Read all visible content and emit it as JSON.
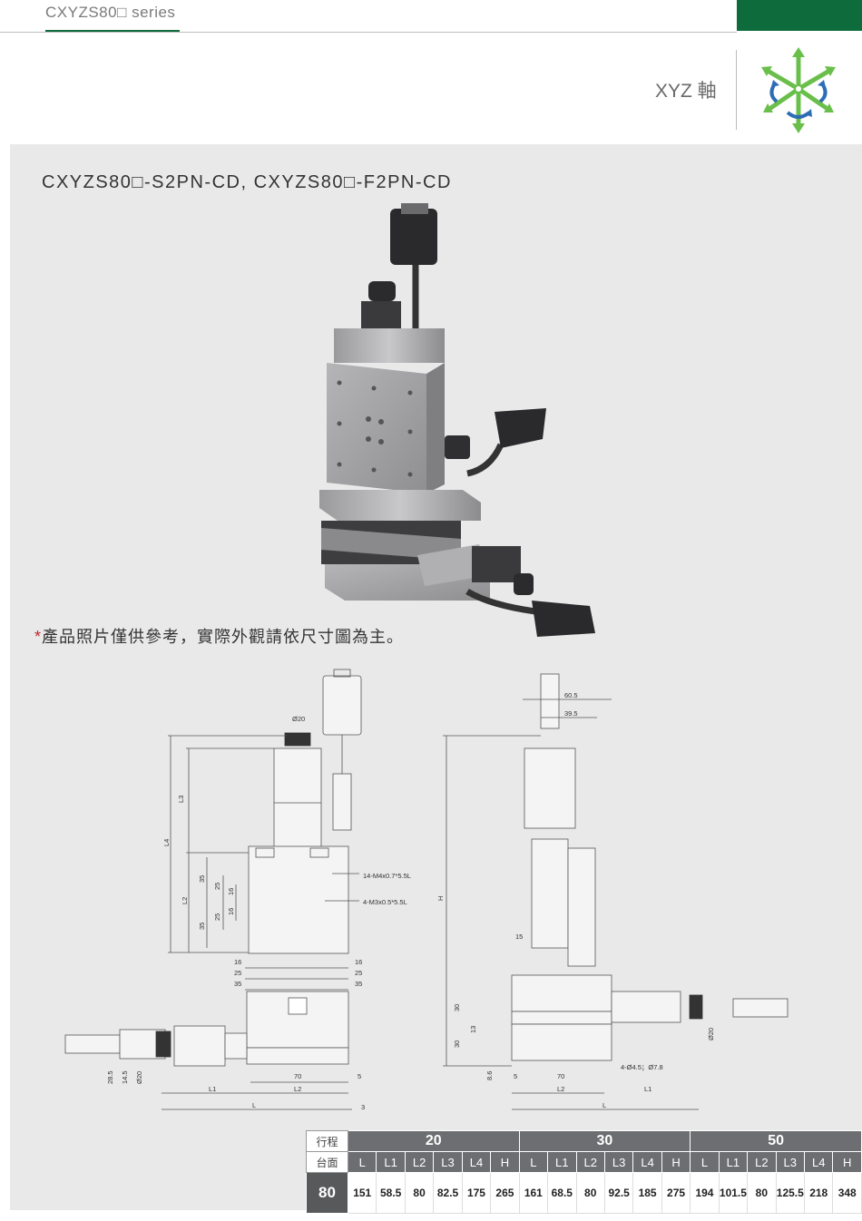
{
  "header": {
    "series": "CXYZS80□ series",
    "axis_label": "XYZ 軸"
  },
  "product": {
    "title": "CXYZS80□-S2PN-CD, CXYZS80□-F2PN-CD",
    "note_star": "*",
    "note": "產品照片僅供參考，實際外觀請依尺寸圖為主。"
  },
  "drawing_labels": {
    "phi20_top": "Ø20",
    "L3": "L3",
    "L4": "L4",
    "L2": "L2",
    "d35a": "35",
    "d35b": "35",
    "d25a": "25",
    "d25b": "25",
    "d16a": "16",
    "d16b": "16",
    "hole1": "14-M4x0.7*5.5L",
    "hole2": "4-M3x0.5*5.5L",
    "b16l": "16",
    "b25l": "25",
    "b35l": "35",
    "b16r": "16",
    "b25r": "25",
    "b35r": "35",
    "d28_5": "28.5",
    "d14_5": "14.5",
    "phi20_left": "Ø20",
    "d70_left": "70",
    "d5_left": "5",
    "L1_left": "L1",
    "L2_left": "L2",
    "L_left": "L",
    "d3": "3",
    "d60_5": "60.5",
    "d39_5": "39.5",
    "H": "H",
    "d15": "15",
    "d30a": "30",
    "d30b": "30",
    "d13": "13",
    "d8_6": "8.6",
    "d5_right": "5",
    "d70_right": "70",
    "holes_right": "4-Ø4.5；Ø7.8",
    "phi20_right": "Ø20",
    "L2_right": "L2",
    "L1_right": "L1",
    "L_right": "L"
  },
  "spec_table": {
    "corner_top": "行程",
    "corner_bottom": "台面",
    "strokes": [
      "20",
      "30",
      "50"
    ],
    "columns": [
      "L",
      "L1",
      "L2",
      "L3",
      "L4",
      "H"
    ],
    "rows": [
      {
        "table": "80",
        "values": [
          [
            "151",
            "58.5",
            "80",
            "82.5",
            "175",
            "265"
          ],
          [
            "161",
            "68.5",
            "80",
            "92.5",
            "185",
            "275"
          ],
          [
            "194",
            "101.5",
            "80",
            "125.5",
            "218",
            "348"
          ]
        ]
      }
    ]
  },
  "colors": {
    "brand_green": "#0e6b3c",
    "icon_green": "#6abf4b",
    "icon_blue": "#2d6db5",
    "table_header": "#6d6e71",
    "panel_bg": "#e9e9ea"
  }
}
